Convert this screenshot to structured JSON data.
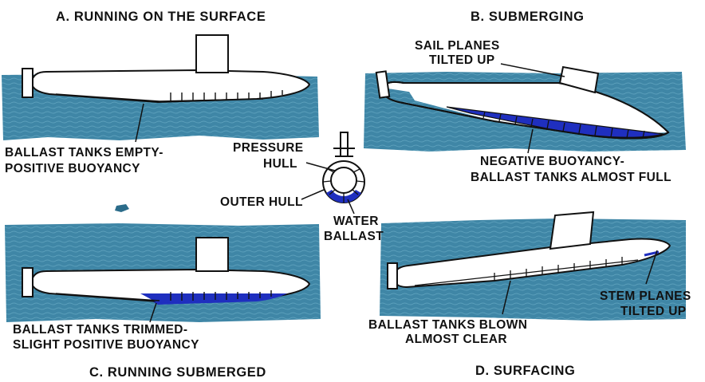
{
  "panels": {
    "a": {
      "caption": "A. RUNNING ON THE SURFACE",
      "note_line1": "BALLAST TANKS EMPTY-",
      "note_line2": "POSITIVE BUOYANCY"
    },
    "b": {
      "caption": "B. SUBMERGING",
      "sail_line1": "SAIL PLANES",
      "sail_line2": "TILTED UP",
      "note_line1": "NEGATIVE BUOYANCY-",
      "note_line2": "BALLAST TANKS ALMOST FULL"
    },
    "c": {
      "caption": "C. RUNNING SUBMERGED",
      "note_line1": "BALLAST TANKS TRIMMED-",
      "note_line2": "SLIGHT POSITIVE BUOYANCY"
    },
    "d": {
      "caption": "D. SURFACING",
      "stem_line1": "STEM PLANES",
      "stem_line2": "TILTED UP",
      "note_line1": "BALLAST TANKS BLOWN",
      "note_line2": "ALMOST CLEAR"
    }
  },
  "cross_section": {
    "pressure_line1": "PRESSURE",
    "pressure_line2": "HULL",
    "outer_label": "OUTER HULL",
    "water_line1": "WATER",
    "water_line2": "BALLAST"
  },
  "colors": {
    "water": "#3f86a6",
    "ballast": "#1f2fbf",
    "ink": "#111111"
  }
}
